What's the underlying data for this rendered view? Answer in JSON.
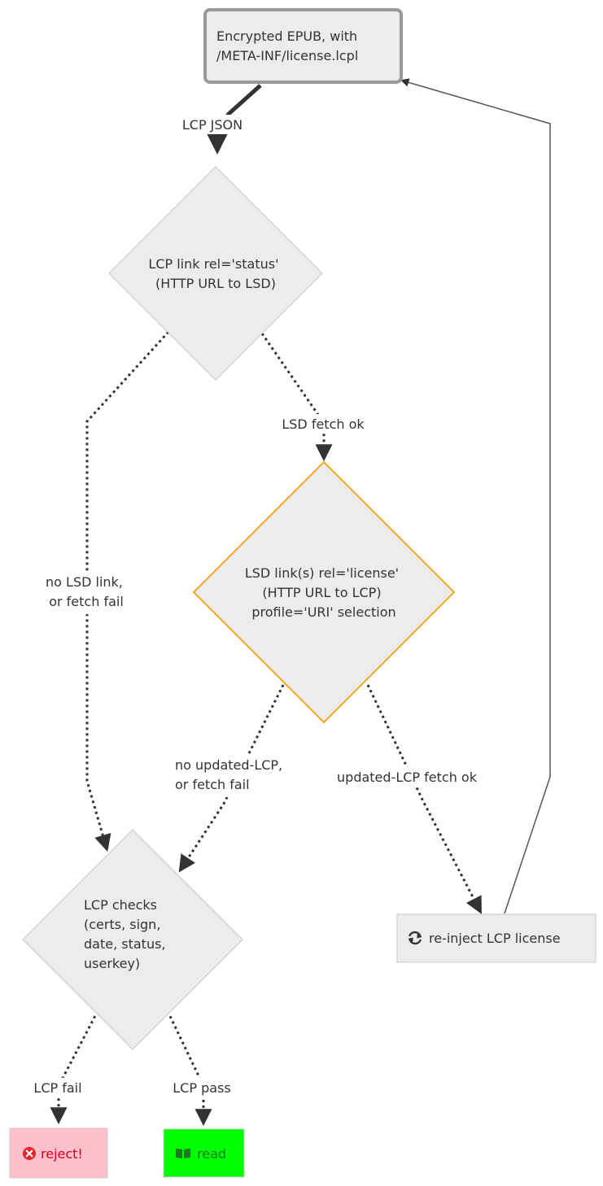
{
  "nodes": {
    "epub": {
      "lines": [
        "Encrypted EPUB, with",
        "/META-INF/license.lcpl"
      ]
    },
    "lcp_link": {
      "lines": [
        "LCP link rel='status'",
        "(HTTP URL to LSD)"
      ]
    },
    "lsd_link": {
      "lines": [
        "LSD link(s) rel='license'",
        "(HTTP URL to LCP)",
        "profile='URI' selection"
      ]
    },
    "lcp_checks": {
      "lines": [
        "LCP checks",
        "(certs, sign,",
        "date, status,",
        "userkey)"
      ]
    },
    "reinject": {
      "label": "re-inject LCP license",
      "icon": "refresh-icon"
    },
    "reject": {
      "label": "reject!",
      "icon": "times-circle-icon"
    },
    "read": {
      "label": "read",
      "icon": "book-icon"
    }
  },
  "edges": {
    "lcp_json": {
      "lines": [
        "LCP JSON"
      ]
    },
    "lsd_fetch_ok": {
      "lines": [
        "LSD fetch ok"
      ]
    },
    "no_lsd": {
      "lines": [
        "no LSD link,",
        "or fetch fail"
      ]
    },
    "no_updated": {
      "lines": [
        "no updated-LCP,",
        "or fetch fail"
      ]
    },
    "updated_ok": {
      "lines": [
        "updated-LCP fetch ok"
      ]
    },
    "lcp_fail": {
      "lines": [
        "LCP fail"
      ]
    },
    "lcp_pass": {
      "lines": [
        "LCP pass"
      ]
    }
  },
  "colors": {
    "node_fill": "#ECECEC",
    "node_stroke": "#C8C8C8",
    "epub_stroke": "#999999",
    "highlight_stroke": "#F5A623",
    "reject_fill": "#FFC0CB",
    "reject_icon": "#E8202A",
    "reject_text": "#D0021B",
    "read_fill": "#00FF00",
    "read_text": "#1E7A1E",
    "edge": "#333333"
  }
}
